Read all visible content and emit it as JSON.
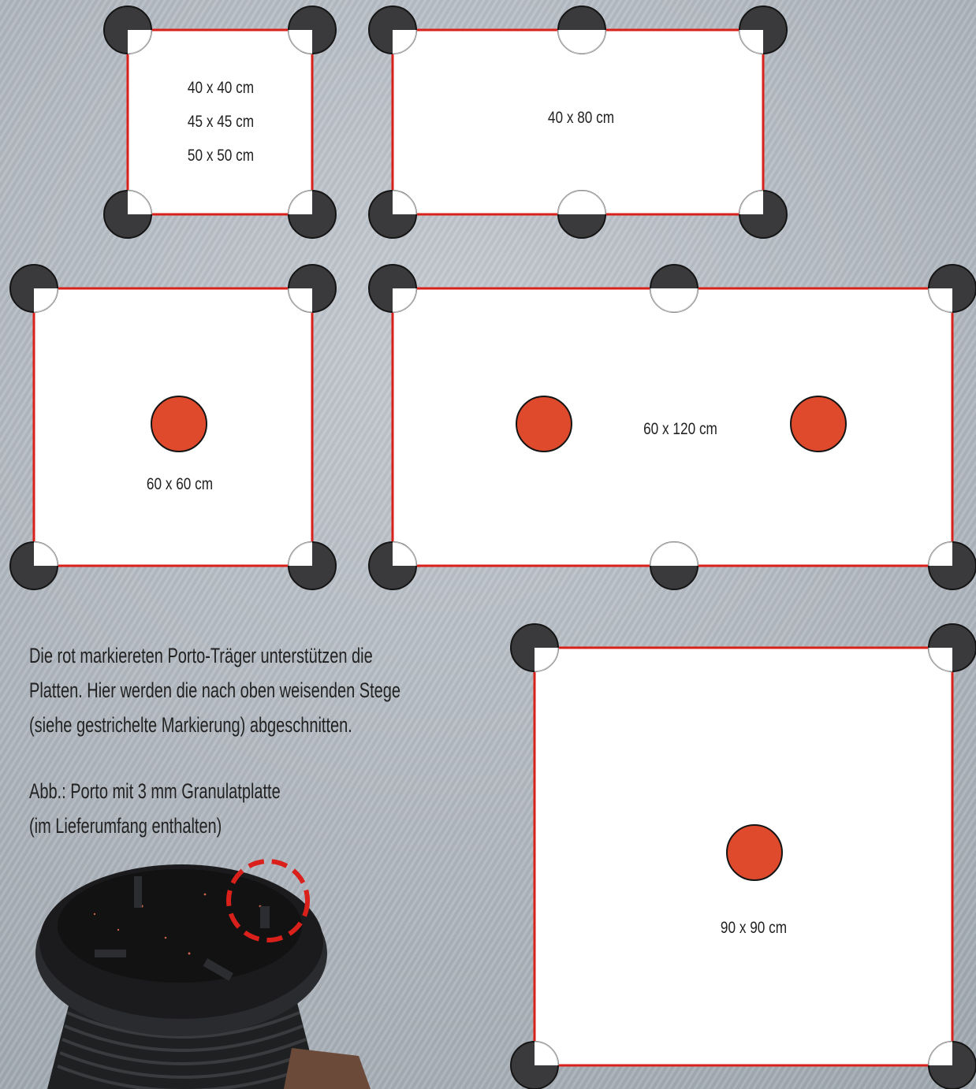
{
  "plates": [
    {
      "id": "plate-40",
      "labels": [
        "40 x 40 cm",
        "45 x 45 cm",
        "50 x 50 cm"
      ]
    },
    {
      "id": "plate-40x80",
      "labels": [
        "40 x 80 cm"
      ]
    },
    {
      "id": "plate-60x60",
      "labels": [
        "60 x 60 cm"
      ]
    },
    {
      "id": "plate-60x120",
      "labels": [
        "60 x 120 cm"
      ]
    },
    {
      "id": "plate-90x90",
      "labels": [
        "90 x 90 cm"
      ]
    }
  ],
  "description": {
    "lines": [
      "Die rot markiereten Porto-Träger unterstützen die",
      "Platten. Hier werden die nach oben weisenden Stege",
      "(siehe gestrichelte Markierung) abgeschnitten."
    ]
  },
  "caption": {
    "lines": [
      "Abb.: Porto mit 3 mm Granulatplatte",
      "(im Lieferumfang enthalten)"
    ]
  },
  "colors": {
    "plate_border": "#d9201a",
    "support_dark": "#3a3a3c",
    "support_red": "#e04a2c",
    "label_text": "#222222"
  }
}
